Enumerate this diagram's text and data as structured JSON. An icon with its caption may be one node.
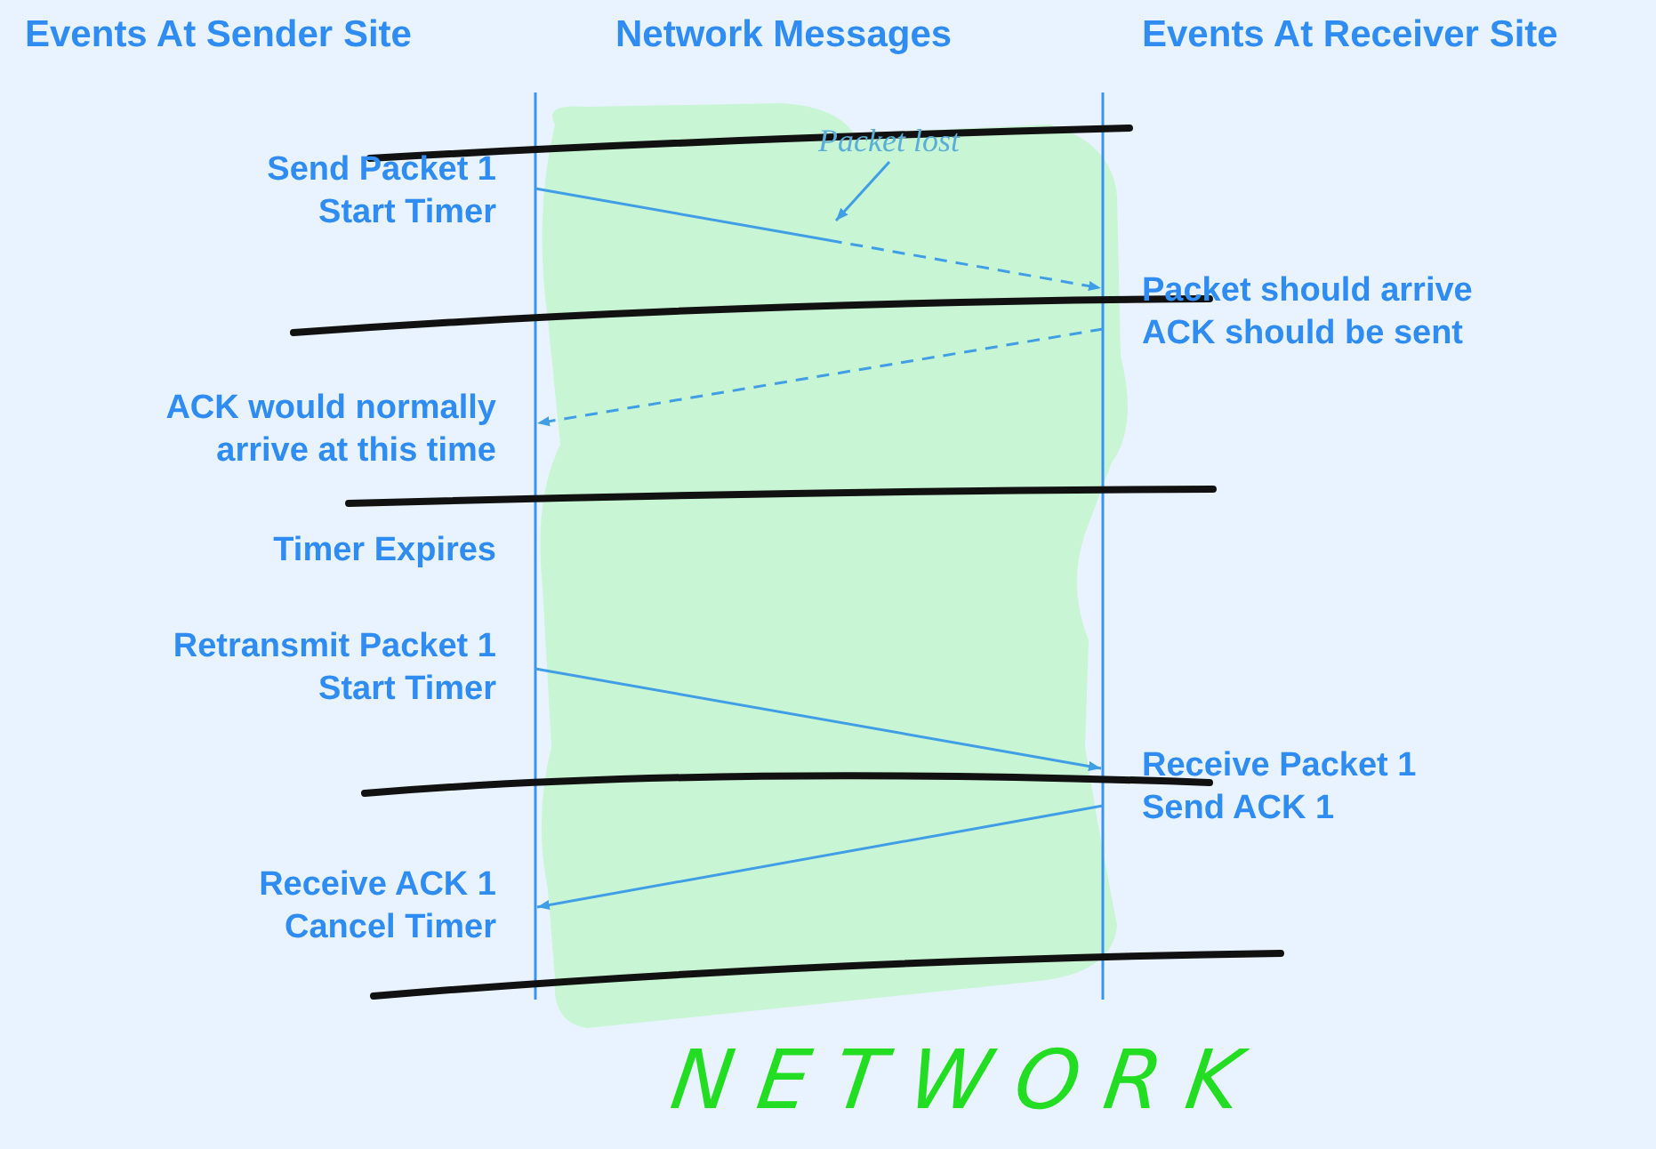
{
  "diagram": {
    "nodes": [
      {
        "text": [
          "Send Packet 1",
          "Start Timer"
        ]
      },
      {
        "text": [
          "Packet should arrive",
          "ACK should be sent"
        ]
      },
      {
        "text": [
          "ACK would normally arrive at this time"
        ]
      },
      {
        "text": [
          "Timer Expires"
        ]
      },
      {
        "text": [
          "Retransmit Packet 1",
          "Start Timer"
        ]
      },
      {
        "text": [
          "Receive Packet 1",
          "Send ACK 1"
        ]
      },
      {
        "text": [
          "Receive ACK 1",
          "Cancel Timer"
        ]
      },
      {
        "text": [
          "Packet lost"
        ]
      }
    ],
    "edges": [
      {
        "from": 0,
        "to": 1,
        "arrow": "to",
        "style": "dashed"
      },
      {
        "from": 1,
        "to": 2,
        "arrow": "to",
        "style": "dashed"
      },
      {
        "from": 4,
        "to": 5,
        "arrow": "to"
      },
      {
        "from": 5,
        "to": 6,
        "arrow": "to"
      },
      {
        "from": 7,
        "to": null,
        "arrow": "to"
      }
    ],
    "labels": [
      "Events At Sender Site",
      "Network Messages",
      "Events At Receiver Site",
      "NETWORK"
    ]
  }
}
